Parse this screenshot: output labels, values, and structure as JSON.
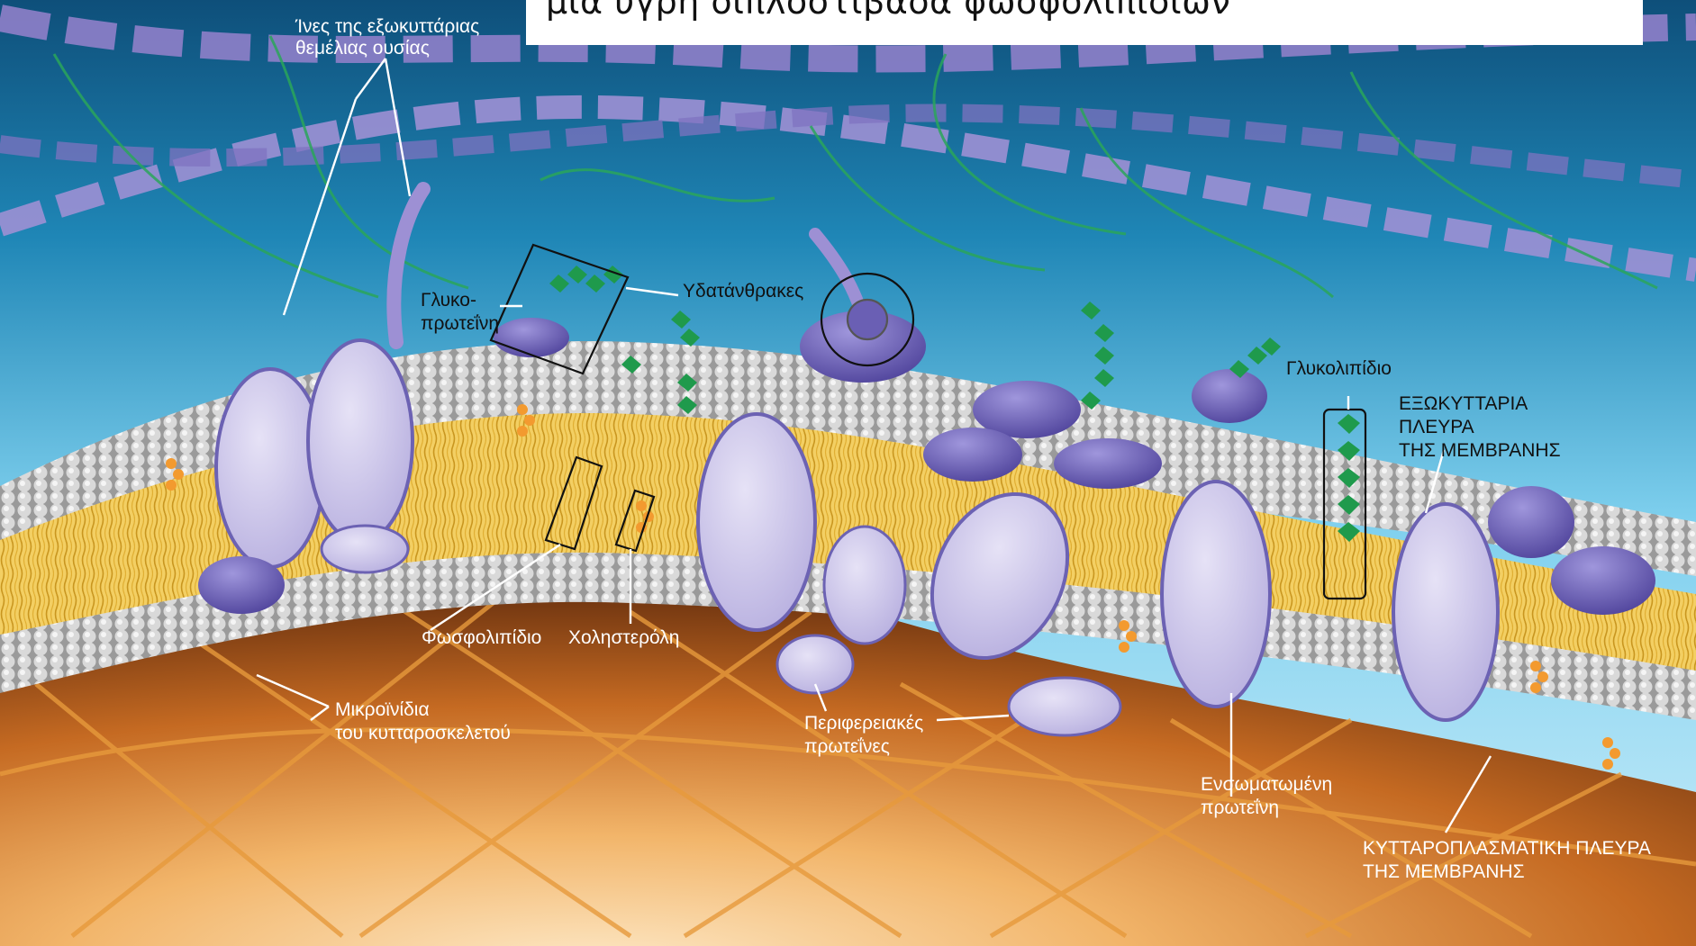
{
  "title": "μια υγρή διπλοστιβάδα φωσφολιπιδίων",
  "colors": {
    "extracellular_dark": "#0f5a86",
    "extracellular_light": "#9fdcf2",
    "bilayer_tails": "#f0c24a",
    "phospholipid_heads": "#bdbdbd",
    "protein": "#7e72c2",
    "protein_light": "#cfcae8",
    "carbohydrate": "#1e9a4a",
    "fiber": "#a79bd6",
    "cytoplasm": "#c8752a",
    "cytoskeleton": "#e59a3a"
  },
  "labels": {
    "ecm_fibers_1": "Ίνες της εξωκυττάριας",
    "ecm_fibers_2": "θεμέλιας ουσίας",
    "glycoprotein_1": "Γλυκο-",
    "glycoprotein_2": "πρωτεΐνη",
    "carbohydrates": "Υδατάνθρακες",
    "glycolipid": "Γλυκολιπίδιο",
    "extracellular_side_1": "ΕΞΩΚΥΤΤΑΡΙΑ",
    "extracellular_side_2": "ΠΛΕΥΡΑ",
    "extracellular_side_3": "ΤΗΣ ΜΕΜΒΡΑΝΗΣ",
    "phospholipid": "Φωσφολιπίδιο",
    "cholesterol": "Χοληστερόλη",
    "microfilaments_1": "Μικροϊνίδια",
    "microfilaments_2": "του κυτταροσκελετού",
    "peripheral_proteins_1": "Περιφερειακές",
    "peripheral_proteins_2": "πρωτεΐνες",
    "integral_protein_1": "Ενσωματωμένη",
    "integral_protein_2": "πρωτεΐνη",
    "cytoplasmic_side_1": "ΚΥΤΤΑΡΟΠΛΑΣΜΑΤΙΚΗ ΠΛΕΥΡΑ",
    "cytoplasmic_side_2": "ΤΗΣ ΜΕΜΒΡΑΝΗΣ"
  }
}
